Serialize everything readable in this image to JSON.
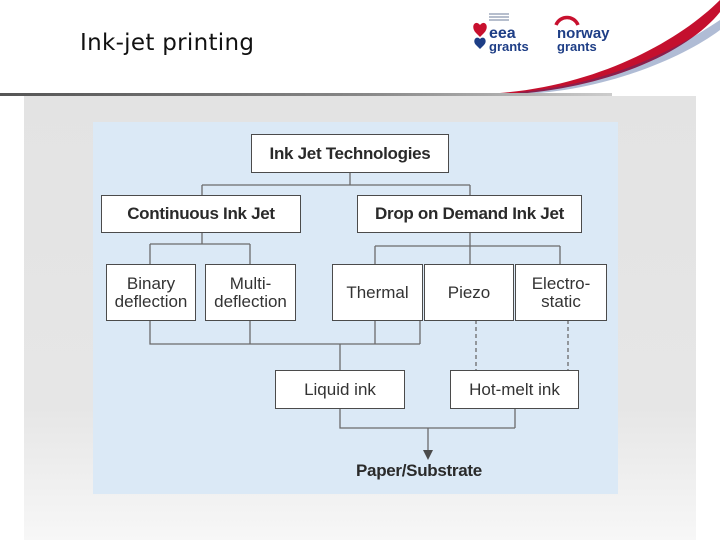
{
  "slide": {
    "title": "Ink-jet printing"
  },
  "logos": {
    "eea": {
      "line1": "eea",
      "line2": "grants"
    },
    "norway": {
      "line1": "norway",
      "line2": "grants"
    }
  },
  "diagram": {
    "root": "Ink Jet Technologies",
    "continuous": "Continuous Ink Jet",
    "drop_on_demand": "Drop on Demand Ink Jet",
    "binary": "Binary\ndeflection",
    "multi": "Multi-\ndeflection",
    "thermal": "Thermal",
    "piezo": "Piezo",
    "electrostatic": "Electro-\nstatic",
    "liquid_ink": "Liquid ink",
    "hot_melt_ink": "Hot-melt ink",
    "target": "Paper/Substrate"
  },
  "colors": {
    "diagram_background": "#dbe9f6",
    "logo_blue": "#1e3e86",
    "logo_red": "#c8102e"
  }
}
